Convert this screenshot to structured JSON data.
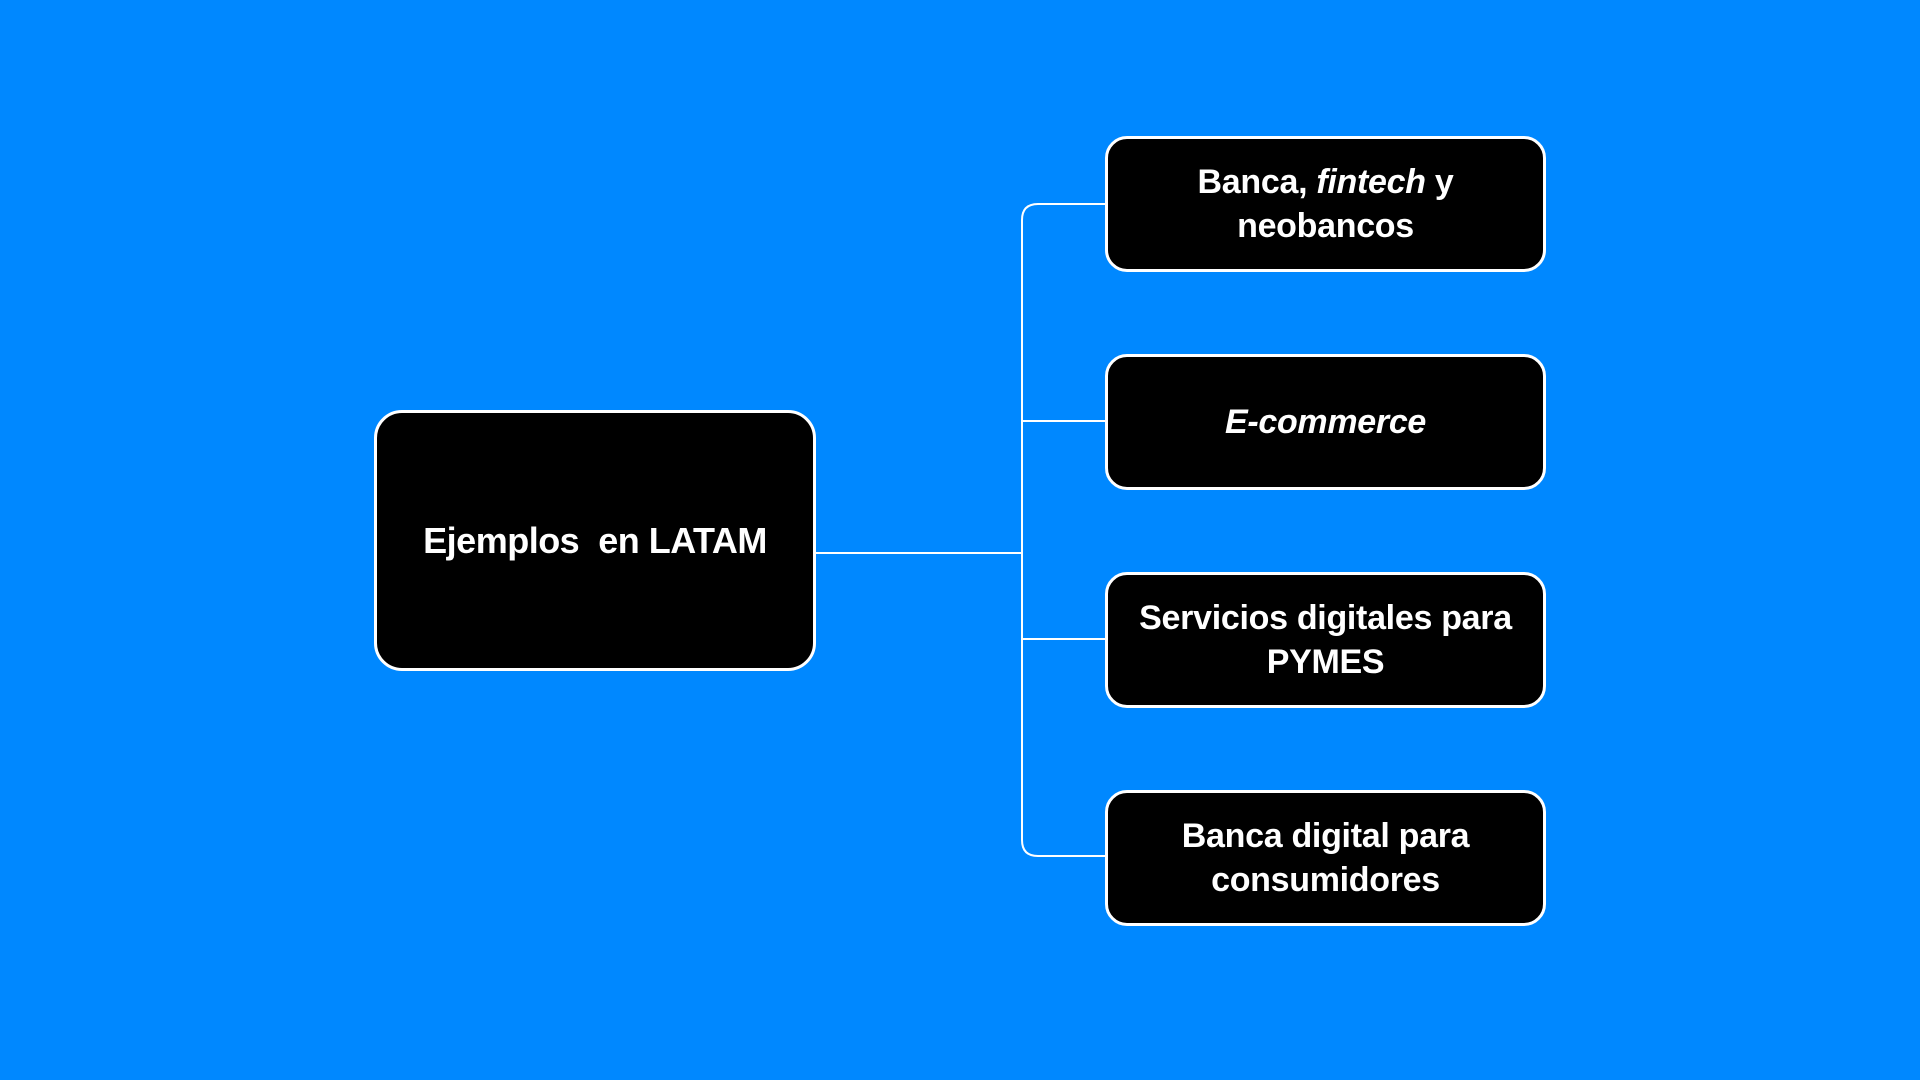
{
  "colors": {
    "background": "#0088ff",
    "node_fill": "#000000",
    "node_border": "#ffffff",
    "connector": "#ffffff",
    "text": "#ffffff"
  },
  "diagram": {
    "root": {
      "label": "Ejemplos  en LATAM"
    },
    "children": [
      {
        "label": "Banca, fintech y neobancos",
        "parts": [
          "Banca, ",
          "fintech",
          " y neobancos"
        ]
      },
      {
        "label": "E-commerce"
      },
      {
        "label": "Servicios digitales para PYMES"
      },
      {
        "label": "Banca digital para consumidores"
      }
    ]
  }
}
